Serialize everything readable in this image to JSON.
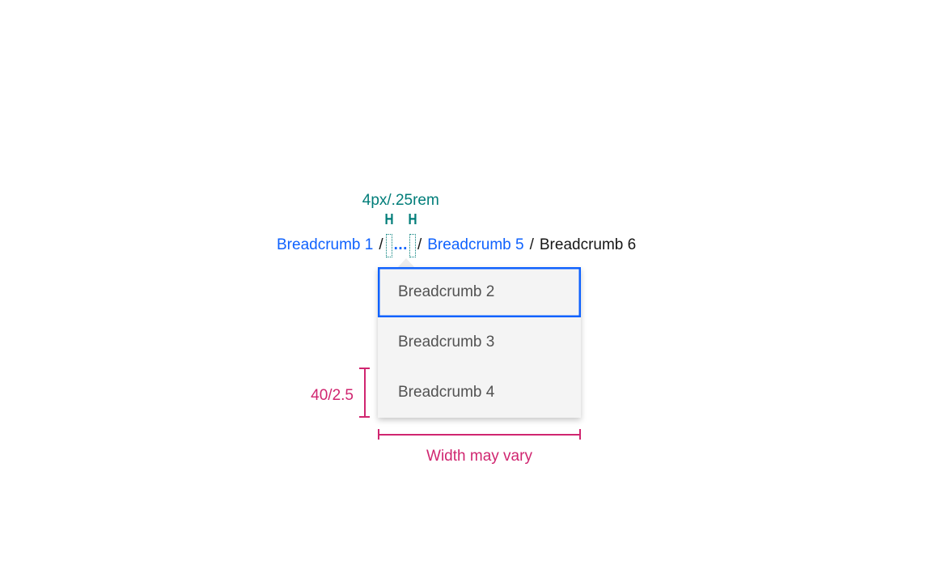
{
  "colors": {
    "link": "#0f62fe",
    "text_primary": "#161616",
    "menu_text": "#525252",
    "menu_background": "#f4f4f4",
    "focus_border": "#0f62fe",
    "annotation_teal": "#007d79",
    "annotation_magenta": "#d02670"
  },
  "breadcrumb": {
    "item1": "Breadcrumb 1",
    "separator": "/",
    "overflow_ellipsis": "...",
    "item5": "Breadcrumb 5",
    "item6": "Breadcrumb 6"
  },
  "overflow_menu": {
    "items": [
      {
        "label": "Breadcrumb 2",
        "focused": true
      },
      {
        "label": "Breadcrumb 3",
        "focused": false
      },
      {
        "label": "Breadcrumb 4",
        "focused": false
      }
    ]
  },
  "annotations": {
    "spacing_label": "4px/.25rem",
    "spacing_marker": "H",
    "item_height_label": "40/2.5",
    "width_label": "Width may vary"
  }
}
